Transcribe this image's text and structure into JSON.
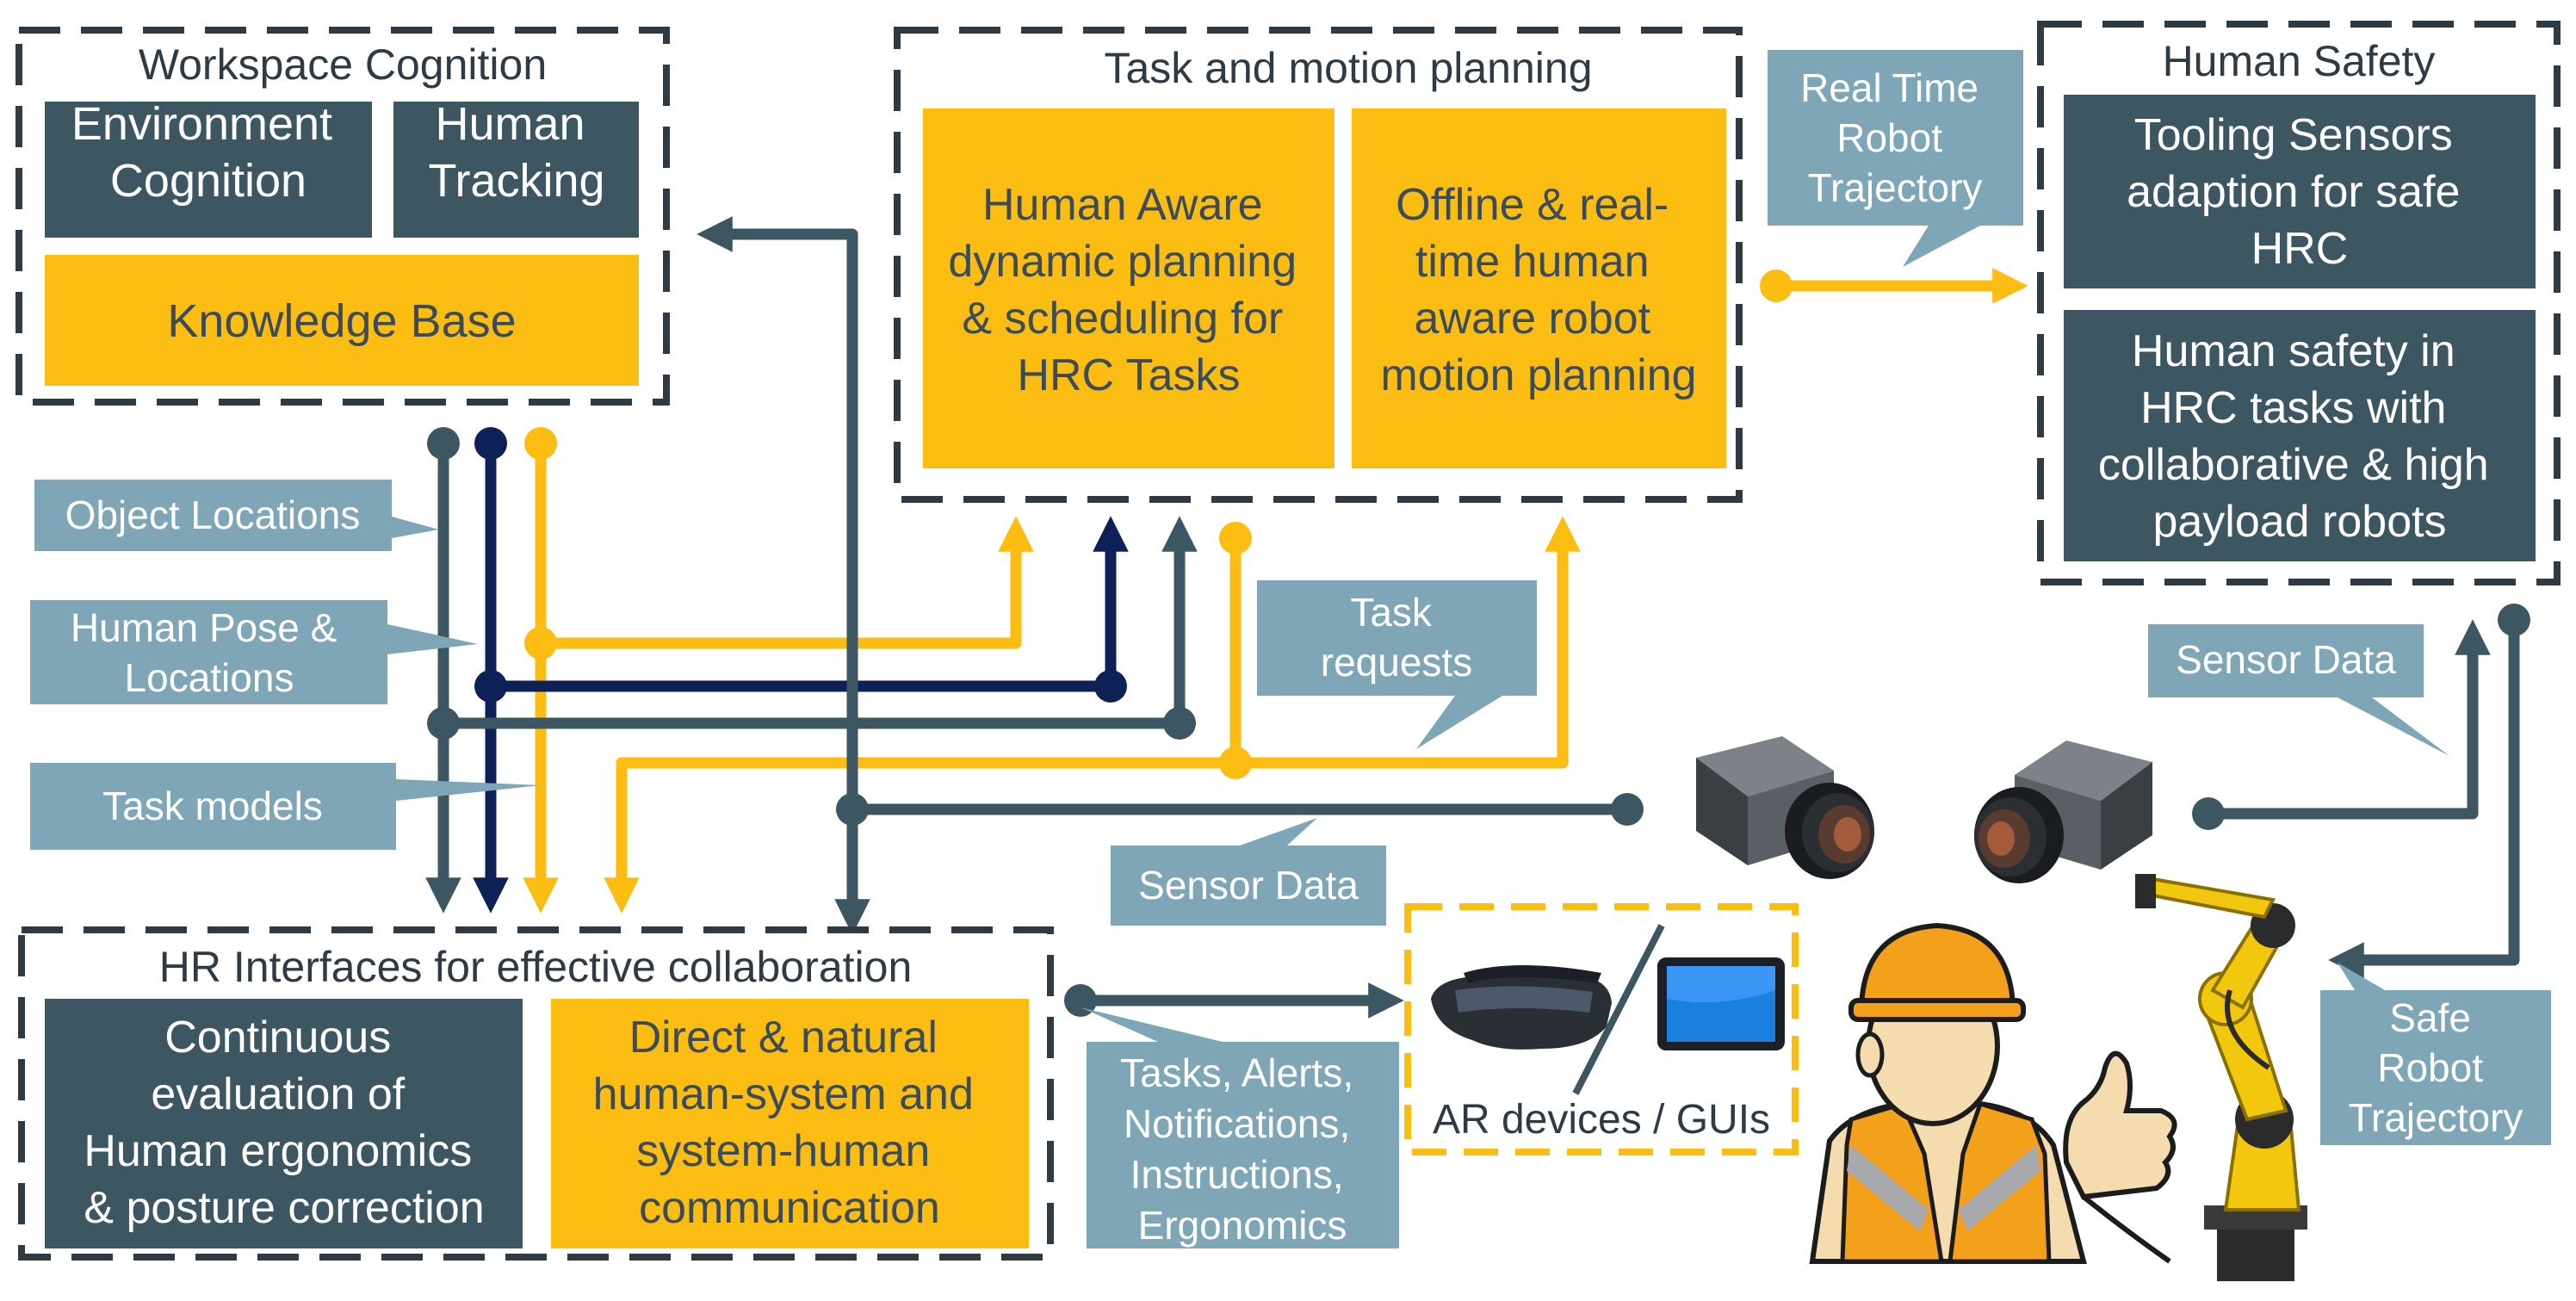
{
  "colors": {
    "dark": "#3c5662",
    "gold": "#fbbd12",
    "navy": "#0d2157",
    "callout": "#7ea6b6",
    "dash": "#2e3a44",
    "dash_gold": "#fbbd12"
  },
  "workspace": {
    "title": "Workspace Cognition",
    "environment": [
      "Environment",
      "Cognition"
    ],
    "tracking": [
      "Human",
      "Tracking"
    ],
    "knowledge": "Knowledge Base"
  },
  "planning": {
    "title": "Task and motion planning",
    "dynamic": [
      "Human Aware",
      "dynamic planning",
      "& scheduling for",
      "HRC Tasks"
    ],
    "motion": [
      "Offline & real-",
      "time human",
      "aware robot",
      "motion planning"
    ]
  },
  "safety": {
    "title": "Human Safety",
    "tooling": [
      "Tooling Sensors",
      "adaption for safe",
      "HRC"
    ],
    "human_safety": [
      "Human safety in",
      "HRC tasks with",
      "collaborative & high",
      "payload robots"
    ]
  },
  "interfaces": {
    "title": "HR Interfaces for effective collaboration",
    "ergonomics": [
      "Continuous",
      "evaluation of",
      "Human ergonomics",
      "& posture correction"
    ],
    "communication": [
      "Direct & natural",
      "human-system and",
      "system-human",
      "communication"
    ]
  },
  "devices": {
    "label": "AR devices / GUIs"
  },
  "callouts": {
    "real_time": [
      "Real Time",
      "Robot",
      "Trajectory"
    ],
    "object_locations": [
      "Object Locations"
    ],
    "human_pose": [
      "Human Pose &",
      "Locations"
    ],
    "task_models": [
      "Task models"
    ],
    "task_requests": [
      "Task",
      "requests"
    ],
    "sensor_data_mid": [
      "Sensor Data"
    ],
    "sensor_data_right": [
      "Sensor Data"
    ],
    "tasks_alerts": [
      "Tasks, Alerts,",
      "Notifications,",
      "Instructions,",
      "Ergonomics"
    ],
    "safe_trajectory": [
      "Safe",
      "Robot",
      "Trajectory"
    ]
  },
  "icons": {
    "camera": "industrial-camera-icon",
    "headset": "ar-headset-icon",
    "tablet": "tablet-icon",
    "worker": "worker-thumbs-up-icon",
    "robot": "industrial-robot-arm-icon"
  }
}
